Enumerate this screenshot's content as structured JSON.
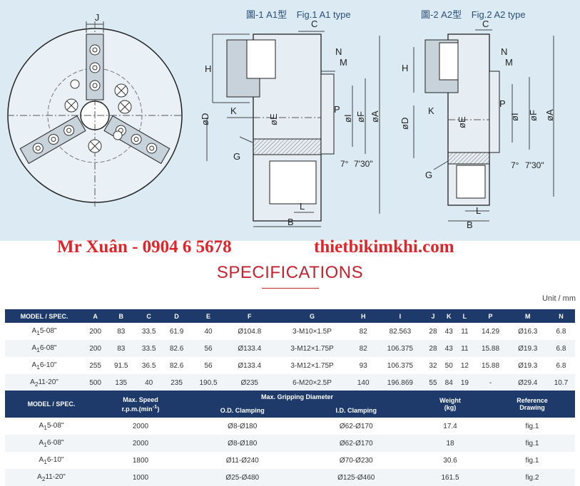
{
  "figures": {
    "fig1": {
      "title_cn": "圖-1 A1型",
      "title_en": "Fig.1  A1 type"
    },
    "fig2": {
      "title_cn": "圖-2 A2型",
      "title_en": "Fig.2  A2 type"
    }
  },
  "dimension_labels": {
    "J": "J",
    "C": "C",
    "H": "H",
    "N": "N",
    "M": "M",
    "D": "øD",
    "K": "K",
    "E": "øE",
    "P": "P",
    "I": "øI",
    "F": "øF",
    "A": "øA",
    "G": "G",
    "angle": "7°",
    "angle2": "7'30\"",
    "L": "L",
    "B": "B"
  },
  "watermark": {
    "contact": "Mr Xuân - 0904 6 5678",
    "website": "thietbikimkhi.com"
  },
  "spec_title": "SPECIFICATIONS",
  "unit": "Unit / mm",
  "table1": {
    "headers": [
      "MODEL / SPEC.",
      "A",
      "B",
      "C",
      "D",
      "E",
      "F",
      "G",
      "H",
      "I",
      "J",
      "K",
      "L",
      "P",
      "M",
      "N"
    ],
    "rows": [
      {
        "model_prefix": "A",
        "model_sub": "1",
        "model_suffix": "5-08\"",
        "cells": [
          "200",
          "83",
          "33.5",
          "61.9",
          "40",
          "Ø104.8",
          "3-M10×1.5P",
          "82",
          "82.563",
          "28",
          "43",
          "11",
          "14.29",
          "Ø16.3",
          "6.8"
        ]
      },
      {
        "model_prefix": "A",
        "model_sub": "1",
        "model_suffix": "6-08\"",
        "cells": [
          "200",
          "83",
          "33.5",
          "82.6",
          "56",
          "Ø133.4",
          "3-M12×1.75P",
          "82",
          "106.375",
          "28",
          "43",
          "11",
          "15.88",
          "Ø19.3",
          "6.8"
        ]
      },
      {
        "model_prefix": "A",
        "model_sub": "1",
        "model_suffix": "6-10\"",
        "cells": [
          "255",
          "91.5",
          "36.5",
          "82.6",
          "56",
          "Ø133.4",
          "3-M12×1.75P",
          "93",
          "106.375",
          "32",
          "50",
          "12",
          "15.88",
          "Ø19.3",
          "6.8"
        ]
      },
      {
        "model_prefix": "A",
        "model_sub": "2",
        "model_suffix": "11-20\"",
        "cells": [
          "500",
          "135",
          "40",
          "235",
          "190.5",
          "Ø235",
          "6-M20×2.5P",
          "140",
          "196.869",
          "55",
          "84",
          "19",
          "-",
          "Ø29.4",
          "10.7"
        ]
      }
    ]
  },
  "table2": {
    "headers": {
      "model": "MODEL / SPEC.",
      "speed_line1": "Max. Speed",
      "speed_line2": "r.p.m.(min",
      "speed_exp": "-1",
      "speed_close": ")",
      "grip": "Max. Gripping Diameter",
      "od": "O.D. Clamping",
      "id": "I.D. Clamping",
      "weight_line1": "Weight",
      "weight_line2": "(kg)",
      "ref_line1": "Reference",
      "ref_line2": "Drawing"
    },
    "rows": [
      {
        "model_prefix": "A",
        "model_sub": "1",
        "model_suffix": "5-08\"",
        "speed": "2000",
        "od": "Ø8-Ø180",
        "id": "Ø62-Ø170",
        "weight": "17.4",
        "ref": "fig.1"
      },
      {
        "model_prefix": "A",
        "model_sub": "1",
        "model_suffix": "6-08\"",
        "speed": "2000",
        "od": "Ø8-Ø180",
        "id": "Ø62-Ø170",
        "weight": "18",
        "ref": "fig.1"
      },
      {
        "model_prefix": "A",
        "model_sub": "1",
        "model_suffix": "6-10\"",
        "speed": "1800",
        "od": "Ø11-Ø240",
        "id": "Ø70-Ø230",
        "weight": "30.6",
        "ref": "fig.1"
      },
      {
        "model_prefix": "A",
        "model_sub": "2",
        "model_suffix": "11-20\"",
        "speed": "1000",
        "od": "Ø25-Ø480",
        "id": "Ø125-Ø460",
        "weight": "161.5",
        "ref": "fig.2"
      }
    ]
  }
}
